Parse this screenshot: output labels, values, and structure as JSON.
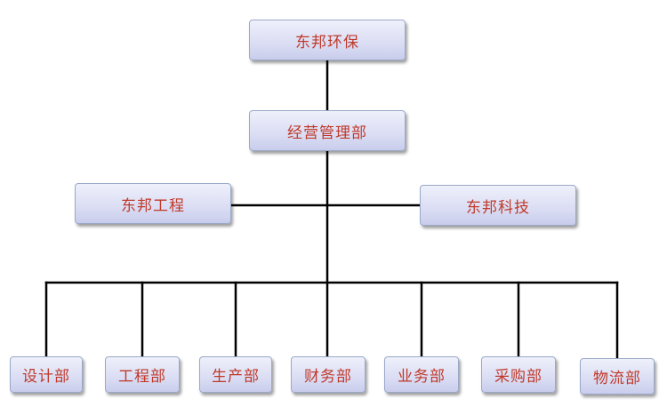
{
  "org": {
    "root": "东邦环保",
    "management": "经营管理部",
    "branches": [
      "东邦工程",
      "东邦科技"
    ],
    "departments": [
      "设计部",
      "工程部",
      "生产部",
      "财务部",
      "业务部",
      "采购部",
      "物流部"
    ]
  },
  "colors": {
    "text": "#c0392b",
    "box_fill": "#dcdff4",
    "box_border": "#9aa9c8",
    "line": "#000000"
  }
}
